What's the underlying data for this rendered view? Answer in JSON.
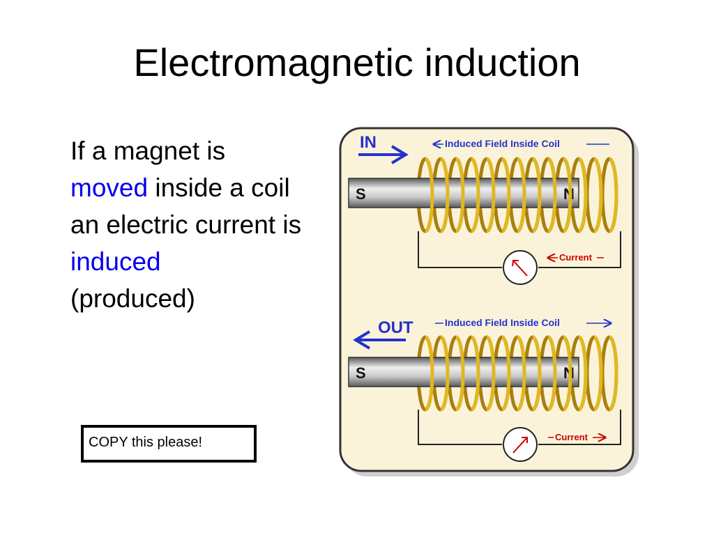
{
  "slide": {
    "title": "Electromagnetic induction",
    "body": {
      "part1": "If a magnet is",
      "moved": "moved",
      "part2": " inside a coil an electric current is",
      "induced": "induced",
      "part3": "(produced)"
    },
    "note": "COPY this please!"
  },
  "diagram": {
    "top": {
      "direction_label": "IN",
      "field_label": "Induced Field Inside Coil",
      "current_label": "Current",
      "magnet_left_pole": "S",
      "magnet_right_pole": "N"
    },
    "bottom": {
      "direction_label": "OUT",
      "field_label": "Induced Field Inside Coil",
      "current_label": "Current",
      "magnet_left_pole": "S",
      "magnet_right_pole": "N"
    }
  },
  "colors": {
    "highlight": "#0000ee",
    "panel_bg": "#fbf3d9",
    "label_blue": "#2233cc",
    "current_red": "#cc0000",
    "coil_gold": "#c9a21a"
  }
}
